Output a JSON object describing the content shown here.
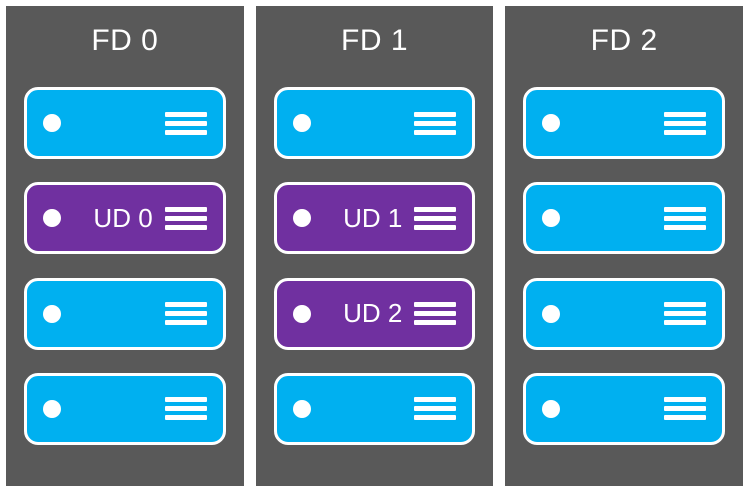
{
  "diagram": {
    "colors": {
      "page_background": "#ffffff",
      "column_background": "#595959",
      "server_blue": "#00b0f0",
      "server_purple": "#7030a0",
      "foreground": "#ffffff"
    },
    "fault_domains": [
      {
        "label": "FD 0",
        "servers": [
          {
            "type": "blue",
            "label": ""
          },
          {
            "type": "purple",
            "label": "UD 0"
          },
          {
            "type": "blue",
            "label": ""
          },
          {
            "type": "blue",
            "label": ""
          }
        ]
      },
      {
        "label": "FD 1",
        "servers": [
          {
            "type": "blue",
            "label": ""
          },
          {
            "type": "purple",
            "label": "UD 1"
          },
          {
            "type": "purple",
            "label": "UD 2"
          },
          {
            "type": "blue",
            "label": ""
          }
        ]
      },
      {
        "label": "FD 2",
        "servers": [
          {
            "type": "blue",
            "label": ""
          },
          {
            "type": "blue",
            "label": ""
          },
          {
            "type": "blue",
            "label": ""
          },
          {
            "type": "blue",
            "label": ""
          }
        ]
      }
    ]
  }
}
